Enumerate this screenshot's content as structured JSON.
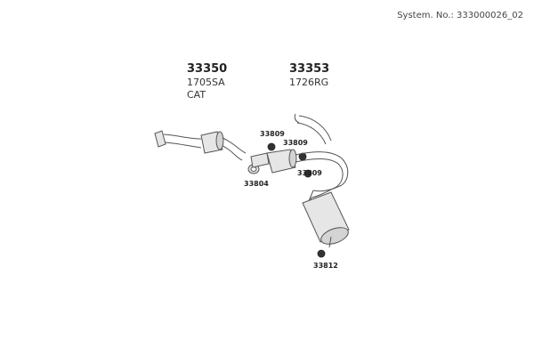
{
  "header": {
    "system_label": "System. No.: 333000026_02"
  },
  "groups": [
    {
      "number": "33350",
      "code": "1705SA",
      "note": "CAT"
    },
    {
      "number": "33353",
      "code": "1726RG"
    }
  ],
  "callouts": {
    "c1": "33809",
    "c2": "33809",
    "c3": "33809",
    "c4": "33804",
    "c5": "33812"
  },
  "colors": {
    "line": "#555555",
    "fill": "#e6e6e6",
    "dark": "#333333"
  }
}
